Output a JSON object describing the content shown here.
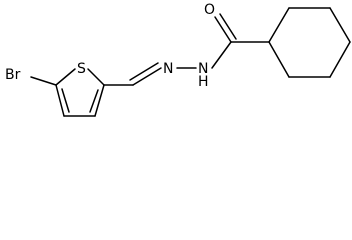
{
  "molecule": {
    "atoms": {
      "bromine": "Br",
      "sulfur": "S",
      "nitrogen_imine": "N",
      "nitrogen_amide": "N",
      "hydrogen_amide": "H",
      "oxygen": "O"
    },
    "colors": {
      "stroke": "#000000",
      "background": "#ffffff"
    }
  }
}
